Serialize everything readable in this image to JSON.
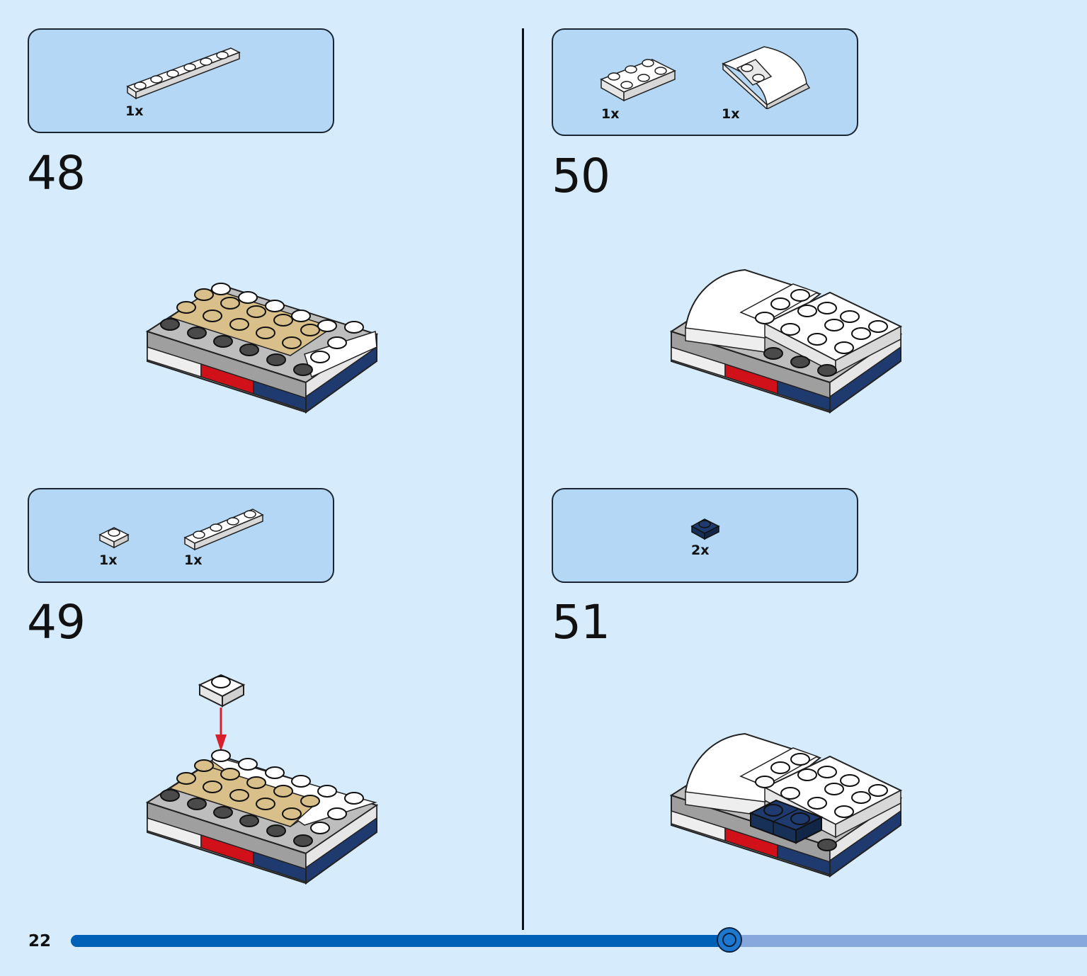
{
  "page_number": "22",
  "progress": {
    "fraction": 0.648
  },
  "steps": [
    {
      "number": "48",
      "parts": [
        {
          "qty": "1x",
          "icon": "white-plate-1x6-icon"
        }
      ]
    },
    {
      "number": "49",
      "parts": [
        {
          "qty": "1x",
          "icon": "white-plate-1x1-icon"
        },
        {
          "qty": "1x",
          "icon": "white-plate-1x4-icon"
        }
      ]
    },
    {
      "number": "50",
      "parts": [
        {
          "qty": "1x",
          "icon": "white-plate-2x4-icon"
        },
        {
          "qty": "1x",
          "icon": "white-curved-slope-icon"
        }
      ]
    },
    {
      "number": "51",
      "parts": [
        {
          "qty": "2x",
          "icon": "dark-blue-plate-1x1-icon"
        }
      ]
    }
  ],
  "colors": {
    "background": "#d6ebfb",
    "parts_box": "#b3d7f5",
    "tan": "#d9c08a",
    "gray": "#a8a8a8",
    "dark_stud": "#4a4a4a",
    "red": "#d0111a",
    "dark_blue": "#1f3a6e",
    "arrow": "#d8202c",
    "progress_fill": "#0060b8",
    "progress_track": "#86a8dc"
  }
}
